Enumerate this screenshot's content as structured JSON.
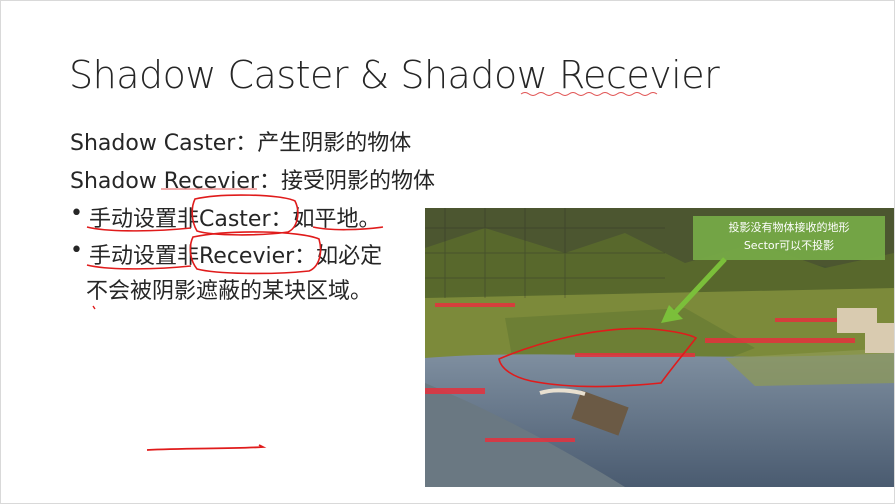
{
  "slide": {
    "title": "Shadow Caster & Shadow Recevier",
    "lines": [
      "Shadow Caster：产生阴影的物体",
      "Shadow Recevier：接受阴影的物体"
    ],
    "bullets": [
      {
        "marker": "•",
        "text": "手动设置非Caster：如平地。"
      },
      {
        "marker": "•",
        "text": "手动设置非Recevier：如必定",
        "continuation": "不会被阴影遮蔽的某块区域。"
      }
    ]
  },
  "image": {
    "callout": {
      "line1": "投影没有物体接收的地形",
      "line2": "Sector可以不投影"
    }
  }
}
